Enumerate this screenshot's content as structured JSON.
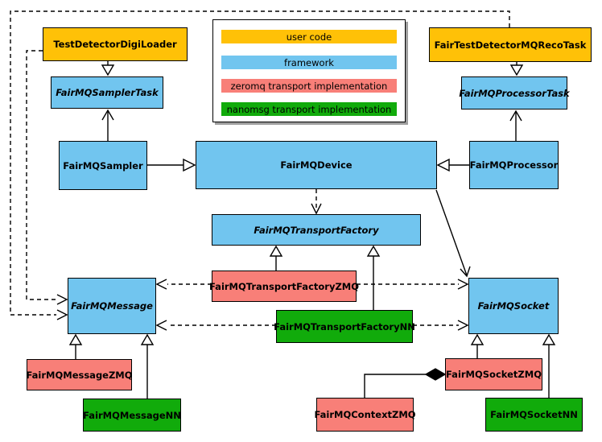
{
  "legend": {
    "items": [
      {
        "label": "user code",
        "color": "#FFC107"
      },
      {
        "label": "framework",
        "color": "#71C5EF"
      },
      {
        "label": "zeromq transport implementation",
        "color": "#F87F78"
      },
      {
        "label": "nanomsg transport implementation",
        "color": "#11AB0B"
      }
    ]
  },
  "nodes": {
    "test_detector_digi_loader": {
      "label": "TestDetectorDigiLoader",
      "category": "user code"
    },
    "fair_test_detector_mq_recotask": {
      "label": "FairTestDetectorMQRecoTask",
      "category": "user code"
    },
    "fairmq_sampler_task": {
      "label": "FairMQSamplerTask",
      "category": "framework",
      "abstract": true
    },
    "fairmq_processor_task": {
      "label": "FairMQProcessorTask",
      "category": "framework",
      "abstract": true
    },
    "fairmq_sampler": {
      "label": "FairMQSampler",
      "category": "framework"
    },
    "fairmq_device": {
      "label": "FairMQDevice",
      "category": "framework"
    },
    "fairmq_processor": {
      "label": "FairMQProcessor",
      "category": "framework"
    },
    "fairmq_transport_factory": {
      "label": "FairMQTransportFactory",
      "category": "framework",
      "abstract": true
    },
    "fairmq_transport_factory_zmq": {
      "label": "FairMQTransportFactoryZMQ",
      "category": "zeromq transport implementation"
    },
    "fairmq_transport_factory_nn": {
      "label": "FairMQTransportFactoryNN",
      "category": "nanomsg transport implementation"
    },
    "fairmq_message": {
      "label": "FairMQMessage",
      "category": "framework",
      "abstract": true
    },
    "fairmq_socket": {
      "label": "FairMQSocket",
      "category": "framework",
      "abstract": true
    },
    "fairmq_message_zmq": {
      "label": "FairMQMessageZMQ",
      "category": "zeromq transport implementation"
    },
    "fairmq_message_nn": {
      "label": "FairMQMessageNN",
      "category": "nanomsg transport implementation"
    },
    "fairmq_socket_zmq": {
      "label": "FairMQSocketZMQ",
      "category": "zeromq transport implementation"
    },
    "fairmq_socket_nn": {
      "label": "FairMQSocketNN",
      "category": "nanomsg transport implementation"
    },
    "fairmq_context_zmq": {
      "label": "FairMQContextZMQ",
      "category": "zeromq transport implementation"
    }
  }
}
